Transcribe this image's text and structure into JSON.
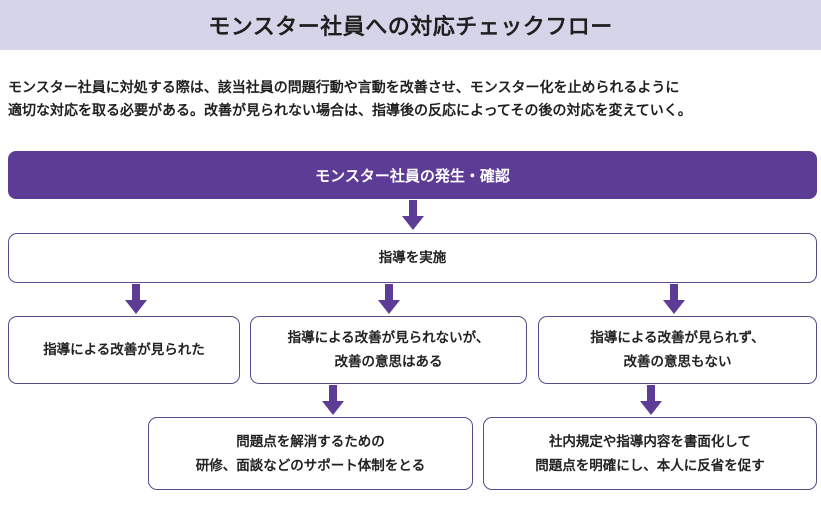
{
  "header": {
    "title": "モンスター社員への対応チェックフロー"
  },
  "intro": {
    "line1": "モンスター社員に対処する際は、該当社員の問題行動や言動を改善させ、モンスター化を止められるように",
    "line2": "適切な対応を取る必要がある。改善が見られない場合は、指導後の反応によってその後の対応を変えていく。"
  },
  "flow": {
    "start": "モンスター社員の発生・確認",
    "guidance": "指導を実施",
    "branch_improved": "指導による改善が見られた",
    "branch_willing_line1": "指導による改善が見られないが、",
    "branch_willing_line2": "改善の意思はある",
    "branch_unwilling_line1": "指導による改善が見られず、",
    "branch_unwilling_line2": "改善の意思もない",
    "action_support_line1": "問題点を解消するための",
    "action_support_line2": "研修、面談などのサポート体制をとる",
    "action_rules_line1": "社内規定や指導内容を書面化して",
    "action_rules_line2": "問題点を明確にし、本人に反省を促す"
  },
  "colors": {
    "accent": "#5c3c95",
    "header_bg": "#d6d4e8",
    "border": "#5b4a8b"
  }
}
